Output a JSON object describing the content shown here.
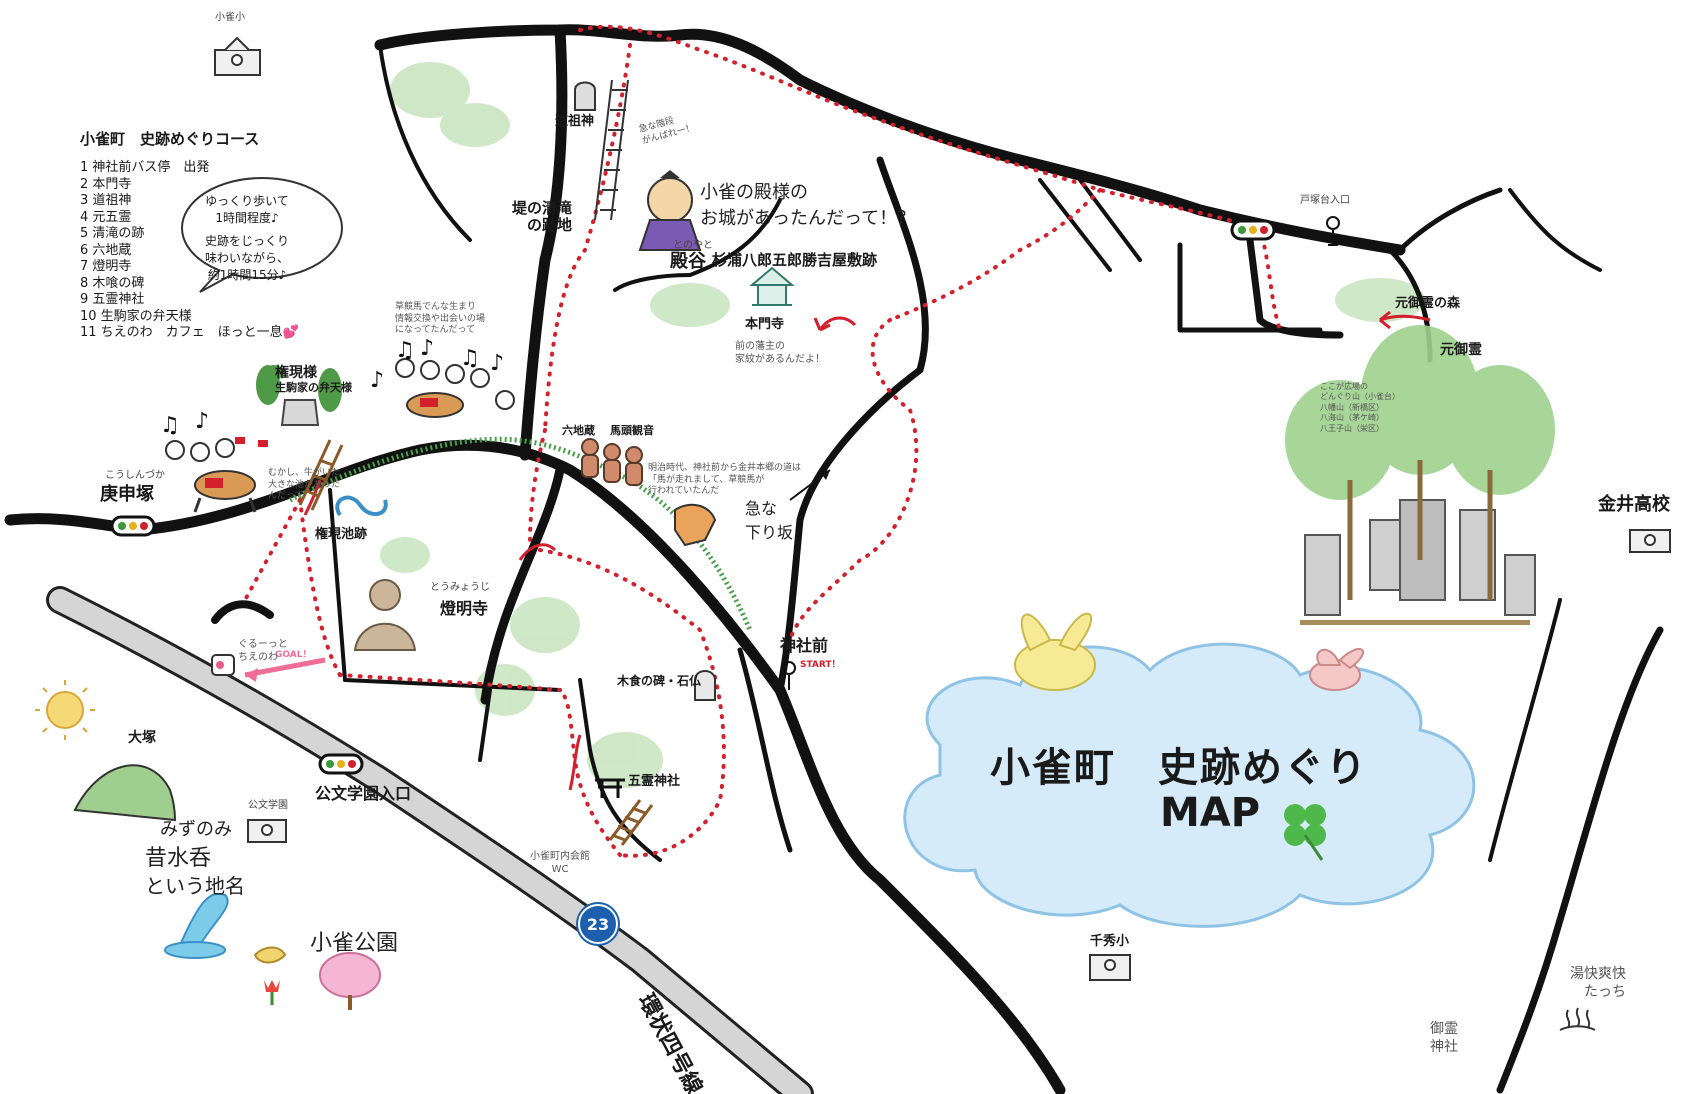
{
  "course": {
    "title": "小雀町　史跡めぐりコース",
    "items": [
      "1 神社前バス停　出発",
      "2 本門寺",
      "3 道祖神",
      "4 元五霊",
      "5 清滝の跡",
      "6 六地蔵",
      "7 燈明寺",
      "8 木喰の碑",
      "9 五霊神社",
      "10 生駒家の弁天様",
      "11 ちえのわ　カフェ　ほっと一息💕"
    ]
  },
  "speech_bubble": [
    "ゆっくり歩いて",
    "1時間程度♪",
    "史跡をじっくり",
    "味わいながら、",
    "約1時間15分♪"
  ],
  "map_title": {
    "line1": "小雀町　史跡めぐり",
    "line2": "MAP"
  },
  "places": {
    "kosuzume_elem": "小雀小",
    "dosojin": "道祖神",
    "kiyotaki": "堤の清滝\nの跡地",
    "tonoya_ruby": "とのやと",
    "tonoya": "殿谷",
    "sugiura": "杉浦八郎五郎勝吉屋敷跡",
    "honmonji": "本門寺",
    "honmonji_note": "前の藩主の\n家紋があるんだよ！",
    "totsuka_entrance": "戸塚台入口",
    "motogorei_forest": "元御霊の森",
    "motogorei": "元御霊",
    "kanai_high": "金井高校",
    "gongen": "権現様",
    "gongen_sub": "生駒家の弁天様",
    "koshinzuka_ruby": "こうしんづか",
    "koshinzuka": "庚申塚",
    "gongen_pond": "権現池跡",
    "tomyoji_ruby": "とうみょうじ",
    "tomyoji": "燈明寺",
    "rokujizo": "六地蔵",
    "bato_kannon": "馬頭観音",
    "jinjamae": "神社前",
    "start": "START！",
    "goal": "GOAL！",
    "chienowa": "ぐるーっと\nちえのわ",
    "mokujiki": "木食の碑・石仏",
    "gorei_shrine": "五霊神社",
    "kumon_entrance": "公文学園入口",
    "kumon": "公文学園",
    "park_wc": "小雀町内会館\nWC",
    "otsuka": "大塚",
    "senshu_elem": "千秀小",
    "kanjo": "環状四号線",
    "route_no": "23",
    "mizunomi_1": "みずのみ",
    "mizunomi_2": "昔水呑",
    "mizunomi_3": "という地名",
    "kosuzume_park": "小雀公園",
    "yuhaibu": "湯快爽快\nたっち",
    "misaki_shrine": "御霊\n神社",
    "steep_slope": "急な\n下り坂"
  },
  "speech_lord": "小雀の殿様の\nお城があったんだって！？",
  "notes": {
    "koshin_note": "むかし、牛がいた\n大きな池があった\nんだって",
    "horse_note": "草競馬でんな生まり\n情報交換や出会いの場\nになってたんだって",
    "bato_note": "明治時代、神社前から金井本郷の道は\n「馬が走れまして、草競馬が\n行われていたんだ",
    "stairs_note": "急な階段\nがんばれー！",
    "tree_note": "ここが広場の\nどんぐり山（小雀台）\n八幡山（新橋区）\n八海山（茅ケ崎）\n八王子山（栄区）"
  },
  "colors": {
    "route_red": "#d2202d",
    "road_black": "#111111",
    "grass_green": "#5aaa4a",
    "cloud_blue": "#cfe6f7",
    "map_bg": "#ffffff"
  }
}
